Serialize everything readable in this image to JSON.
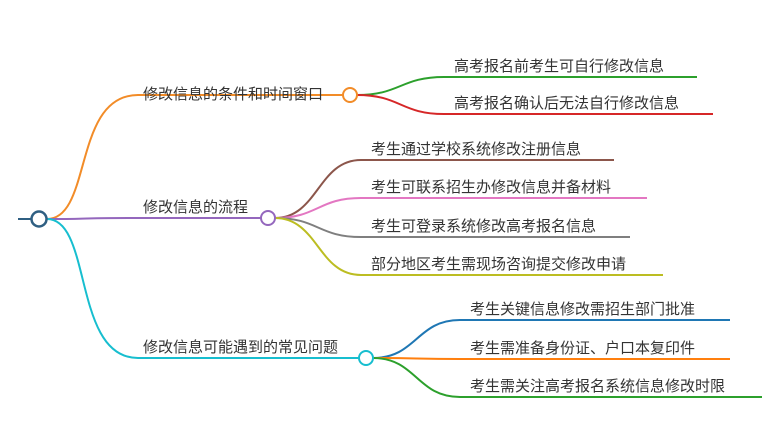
{
  "mindmap": {
    "branches": [
      {
        "label": "修改信息的条件和时间窗口",
        "color": "#f28c28",
        "children": [
          {
            "label": "高考报名前考生可自行修改信息",
            "color": "#2ca02c"
          },
          {
            "label": "高考报名确认后无法自行修改信息",
            "color": "#d62728"
          }
        ]
      },
      {
        "label": "修改信息的流程",
        "color": "#9467bd",
        "children": [
          {
            "label": "考生通过学校系统修改注册信息",
            "color": "#8c564b"
          },
          {
            "label": "考生可联系招生办修改信息并备材料",
            "color": "#e377c2"
          },
          {
            "label": "考生可登录系统修改高考报名信息",
            "color": "#7f7f7f"
          },
          {
            "label": "部分地区考生需现场咨询提交修改申请",
            "color": "#bcbd22"
          }
        ]
      },
      {
        "label": "修改信息可能遇到的常见问题",
        "color": "#17becf",
        "children": [
          {
            "label": "考生关键信息修改需招生部门批准",
            "color": "#1f77b4"
          },
          {
            "label": "考生需准备身份证、户口本复印件",
            "color": "#ff7f0e"
          },
          {
            "label": "考生需关注高考报名系统信息修改时限",
            "color": "#2ca02c"
          }
        ]
      }
    ],
    "root_color": "#2f5f82"
  }
}
